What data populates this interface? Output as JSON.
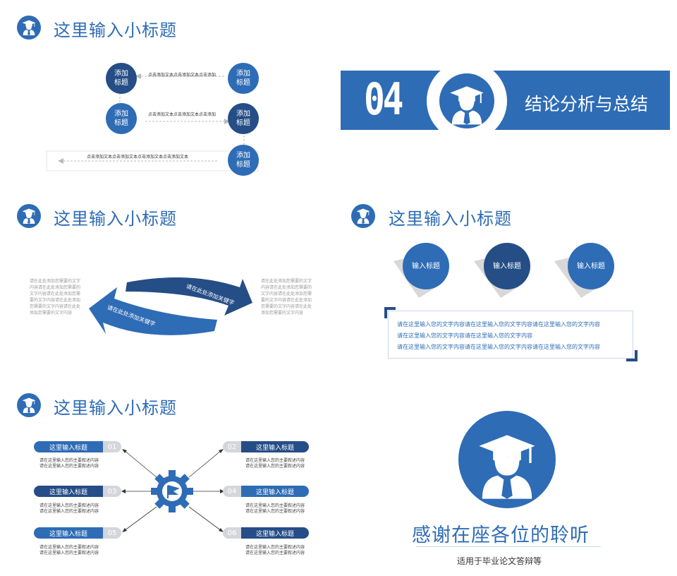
{
  "subtitle": "这里输入小标题",
  "flow": {
    "node_label": "添加\n标题",
    "arrow_text": "点击添加文本点击添加文本点击添加",
    "long_text": "点击添加文本点击添加文本点击添加文本点击添加文本"
  },
  "section": {
    "number": "04",
    "title": "结论分析与总结"
  },
  "arrows": {
    "side_text": "请在此处添加您需要的文字内容请在此处添加您需要的文字内容请在此处添加您需要的文字内容请在此处添加您需要的文字内容请在此处添加您需要的文字内容",
    "side_lines": [
      "请在此处添加您需要的文字",
      "内容请在此处添加您需要的",
      "文字内容请在此处添加您需",
      "要的文字内容请在此处添加",
      "您需要的文字内容请在此处",
      "添加您需要的文字内容"
    ],
    "upper_label": "请在此处添加关键字",
    "lower_label": "请在此处添加关键字"
  },
  "three_circles": {
    "labels": [
      "输入标题",
      "输入标题",
      "输入标题"
    ],
    "text_lines": [
      "请在这里输入您的文字内容请在这里输入您的文字内容请在这里输入您的文字内容",
      "请在这里输入您的文字内容请在这里输入您的文字内容",
      "请在这里输入您的文字内容请在这里输入您的文字内容请在这里输入您的文字内容"
    ]
  },
  "gear": {
    "item_title": "这里输入标题",
    "item_desc": [
      "请在这里输入您的主要叙述内容",
      "请在这里输入您的主要叙述内容"
    ],
    "numbers": [
      "01",
      "02",
      "03",
      "04",
      "05",
      "06"
    ]
  },
  "thanks": {
    "title": "感谢在座各位的聆听",
    "subtitle": "适用于毕业论文答辩等"
  },
  "colors": {
    "primary": "#2e6cb5",
    "dark": "#254d86",
    "gray": "#d3d6db"
  }
}
